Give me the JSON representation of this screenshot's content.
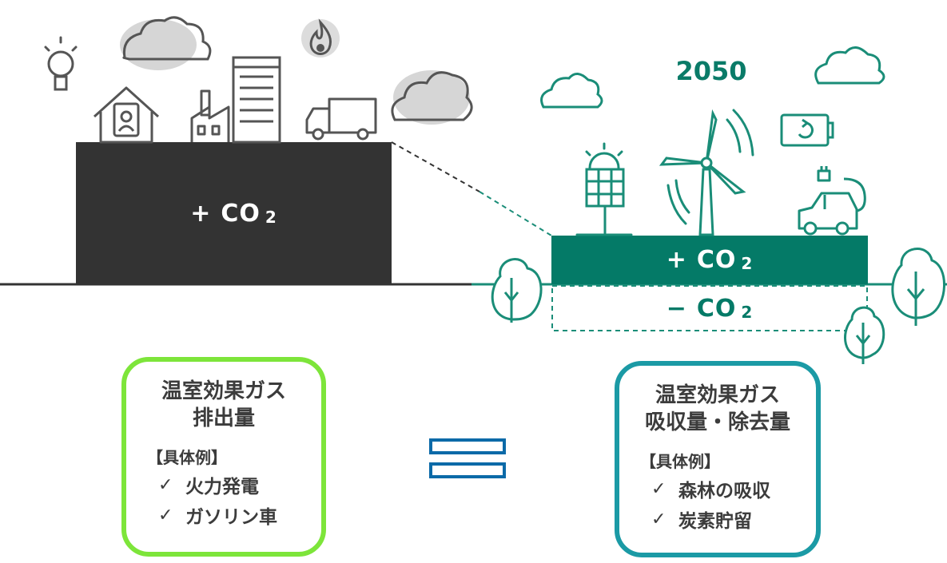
{
  "colors": {
    "dark_block": "#333333",
    "green_block": "#047a67",
    "emissions_card_border": "#7de53a",
    "removals_card_border": "#1b9aa5",
    "equals_sign": "#0b6aa8"
  },
  "left_block": {
    "sign": "+",
    "formula": "CO",
    "subscript": "2"
  },
  "right_block": {
    "year": "2050",
    "plus_sign": "+",
    "plus_formula": "CO",
    "plus_subscript": "2",
    "minus_sign": "−",
    "minus_formula": "CO",
    "minus_subscript": "2"
  },
  "emissions_card": {
    "title_line1": "温室効果ガス",
    "title_line2": "排出量",
    "example_heading": "【具体例】",
    "items": [
      "火力発電",
      "ガソリン車"
    ],
    "check_mark": "✓"
  },
  "removals_card": {
    "title_line1": "温室効果ガス",
    "title_line2": "吸収量・除去量",
    "example_heading": "【具体例】",
    "items": [
      "森林の吸収",
      "炭素貯留"
    ],
    "check_mark": "✓"
  },
  "icons": [
    "lightbulb-icon",
    "house-icon",
    "factory-icon",
    "office-building-icon",
    "flame-icon",
    "truck-icon",
    "cloud-icon",
    "solar-panel-icon",
    "wind-turbine-icon",
    "battery-icon",
    "electric-car-icon",
    "tree-icon",
    "equals-icon"
  ]
}
